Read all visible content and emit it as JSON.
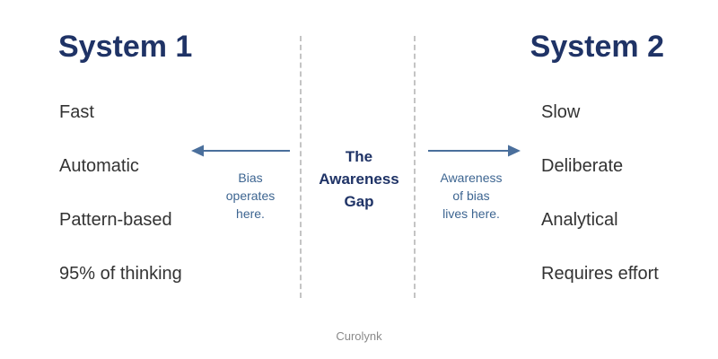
{
  "left": {
    "title": "System 1",
    "items": [
      "Fast",
      "Automatic",
      "Pattern-based",
      "95% of thinking"
    ]
  },
  "right": {
    "title": "System 2",
    "items": [
      "Slow",
      "Deliberate",
      "Analytical",
      "Requires effort"
    ]
  },
  "center": {
    "label_lines": [
      "The",
      "Awareness",
      "Gap"
    ]
  },
  "notes": {
    "left_lines": [
      "Bias",
      "operates",
      "here."
    ],
    "right_lines": [
      "Awareness",
      "of bias",
      "lives here."
    ]
  },
  "brand": "Curolynk",
  "colors": {
    "title": "#1f3366",
    "text": "#333333",
    "note": "#3d6591",
    "arrow": "#4a6f9c",
    "divider": "#c4c4c4"
  },
  "icons": {
    "left_arrow": "arrow-left-icon",
    "right_arrow": "arrow-right-icon"
  }
}
